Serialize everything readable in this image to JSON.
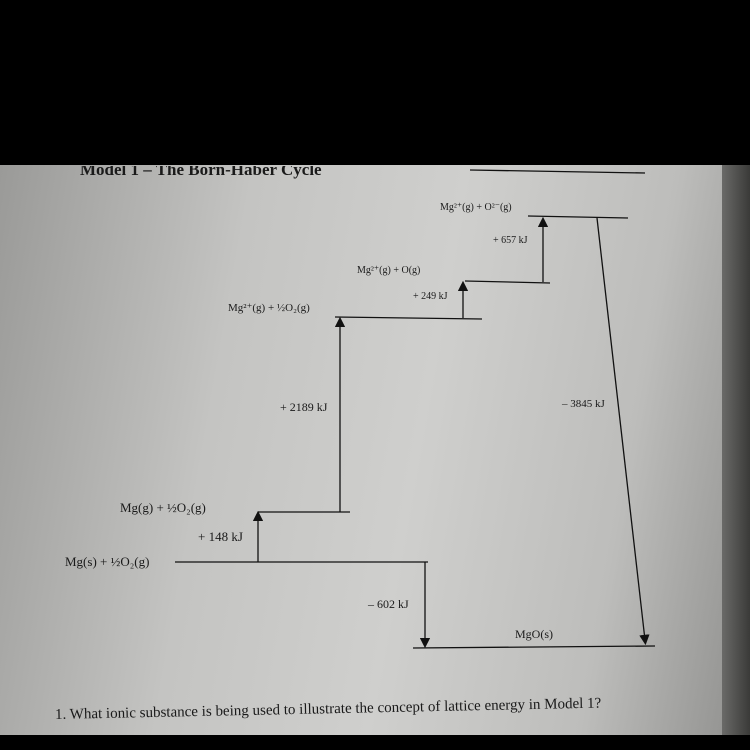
{
  "title": "Model 1 – The Born-Haber Cycle",
  "levels": {
    "l1": "Mg²⁺(g) + O²⁻(g)",
    "l2": "Mg²⁺(g) + O(g)",
    "l3": "Mg²⁺(g) + ½O₂(g)",
    "l4": "Mg(g) + ½O₂(g)",
    "l5": "Mg(s) + ½O₂(g)",
    "l6": "MgO(s)"
  },
  "energies": {
    "e657": "+ 657 kJ",
    "e249": "+ 249 kJ",
    "e2189": "+ 2189 kJ",
    "e148": "+ 148 kJ",
    "e602": "– 602 kJ",
    "e3845": "– 3845 kJ"
  },
  "question": "1.  What ionic substance is being used to illustrate the concept of lattice energy in Model 1?"
}
